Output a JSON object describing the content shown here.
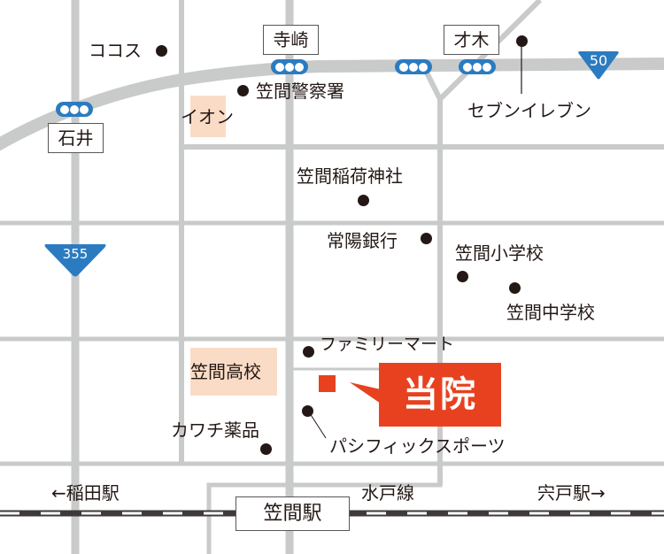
{
  "map": {
    "colors": {
      "road": "#c9caca",
      "highlight_bg": "#fadcc6",
      "signal_blue": "#2b7bc0",
      "route_blue": "#2b7bc0",
      "clinic_red": "#e8411f",
      "text": "#231815",
      "rail_dark": "#3e3a39"
    },
    "intersections": [
      {
        "name": "寺崎",
        "id": "terasaki"
      },
      {
        "name": "才木",
        "id": "saiki"
      },
      {
        "name": "石井",
        "id": "ishii"
      }
    ],
    "routes": [
      {
        "number": "50",
        "id": "route-50"
      },
      {
        "number": "355",
        "id": "route-355"
      }
    ],
    "landmarks": {
      "cocos": "ココス",
      "police": "笠間警察署",
      "aeon": "イオン",
      "seven_eleven": "セブンイレブン",
      "shrine": "笠間稲荷神社",
      "joyo_bank": "常陽銀行",
      "elementary": "笠間小学校",
      "junior_high": "笠間中学校",
      "familymart": "ファミリーマート",
      "high_school": "笠間高校",
      "kawachi": "カワチ薬品",
      "pacific_sports": "パシフィックスポーツ"
    },
    "clinic": {
      "label": "当院"
    },
    "railway": {
      "line_name": "水戸線",
      "station": "笠間駅",
      "west_direction": "←稲田駅",
      "east_direction": "宍戸駅→"
    }
  }
}
